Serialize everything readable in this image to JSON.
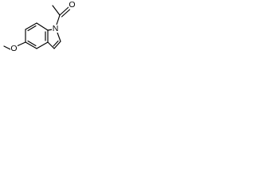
{
  "molecule": {
    "atoms": {
      "nitrogen": "N",
      "carbonyl_oxygen": "O",
      "methoxy_oxygen": "O"
    }
  },
  "colors": {
    "bond": "#000000",
    "background": "#ffffff"
  }
}
